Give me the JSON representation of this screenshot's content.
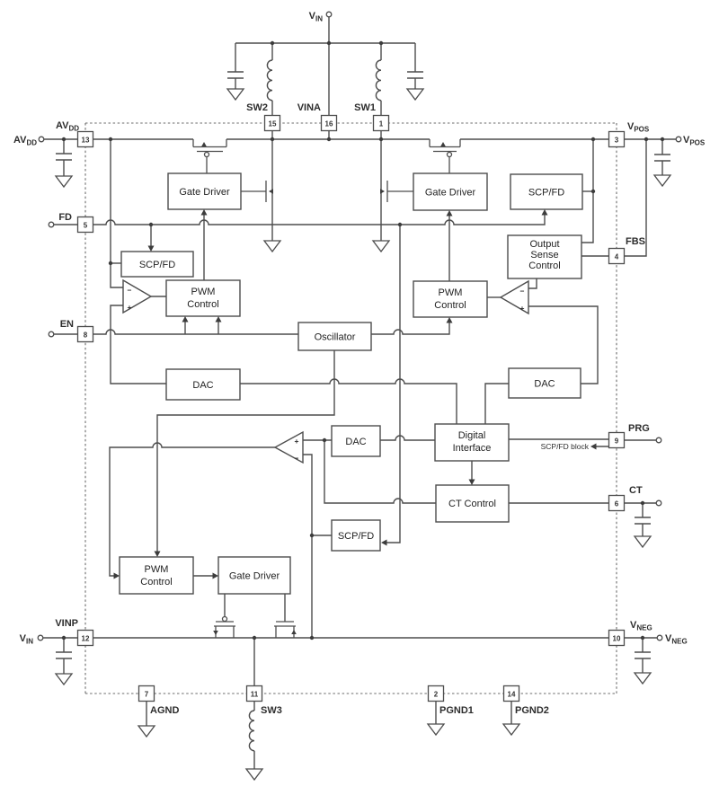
{
  "diagram": {
    "comparator": {
      "plus": "+",
      "minus": "−"
    },
    "annotation": {
      "scp_fd_block": "SCP/FD block"
    },
    "terminals": {
      "vin_top": {
        "main": "V",
        "sub": "IN"
      },
      "avdd": {
        "main": "AV",
        "sub": "DD"
      },
      "vpos": {
        "main": "V",
        "sub": "POS"
      },
      "vin_bottom": {
        "main": "V",
        "sub": "IN"
      },
      "vneg": {
        "main": "V",
        "sub": "NEG"
      }
    },
    "pins": [
      {
        "num": "1",
        "main": "SW1",
        "sub": ""
      },
      {
        "num": "2",
        "main": "PGND1",
        "sub": ""
      },
      {
        "num": "3",
        "main": "V",
        "sub": "POS"
      },
      {
        "num": "4",
        "main": "FBS",
        "sub": ""
      },
      {
        "num": "5",
        "main": "FD",
        "sub": ""
      },
      {
        "num": "6",
        "main": "CT",
        "sub": ""
      },
      {
        "num": "7",
        "main": "AGND",
        "sub": ""
      },
      {
        "num": "8",
        "main": "EN",
        "sub": ""
      },
      {
        "num": "9",
        "main": "PRG",
        "sub": ""
      },
      {
        "num": "10",
        "main": "V",
        "sub": "NEG"
      },
      {
        "num": "11",
        "main": "SW3",
        "sub": ""
      },
      {
        "num": "12",
        "main": "VINP",
        "sub": ""
      },
      {
        "num": "13",
        "main": "AV",
        "sub": "DD"
      },
      {
        "num": "14",
        "main": "PGND2",
        "sub": ""
      },
      {
        "num": "15",
        "main": "SW2",
        "sub": ""
      },
      {
        "num": "16",
        "main": "VINA",
        "sub": ""
      }
    ],
    "blocks": {
      "gate_driver_left": "Gate Driver",
      "gate_driver_right": "Gate Driver",
      "gate_driver_bottom": "Gate Driver",
      "scp_fd_left": "SCP/FD",
      "scp_fd_right": "SCP/FD",
      "scp_fd_bottom": "SCP/FD",
      "pwm_left_l1": "PWM",
      "pwm_left_l2": "Control",
      "pwm_right_l1": "PWM",
      "pwm_right_l2": "Control",
      "pwm_bottom_l1": "PWM",
      "pwm_bottom_l2": "Control",
      "oscillator": "Oscillator",
      "dac_left": "DAC",
      "dac_mid": "DAC",
      "dac_right": "DAC",
      "output_sense_l1": "Output",
      "output_sense_l2": "Sense",
      "output_sense_l3": "Control",
      "digital_interface_l1": "Digital",
      "digital_interface_l2": "Interface",
      "ct_control": "CT Control"
    }
  }
}
